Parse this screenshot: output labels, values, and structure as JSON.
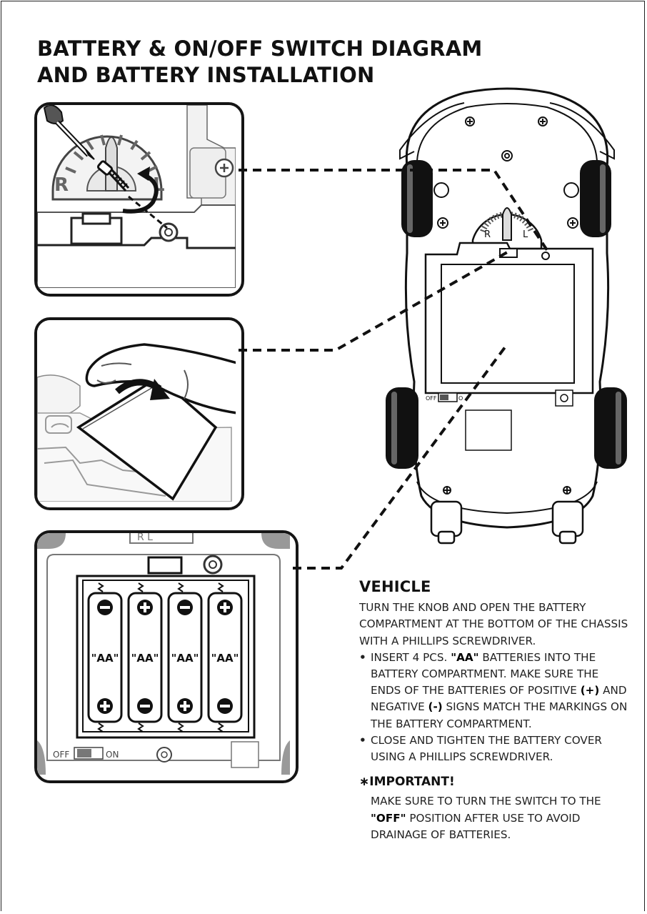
{
  "title": {
    "line1": "BATTERY & ON/OFF SWITCH DIAGRAM",
    "line2": "AND BATTERY INSTALLATION"
  },
  "knob": {
    "left_letter": "R",
    "right_letter": "L"
  },
  "battery_label": "\"AA\"",
  "switch": {
    "off": "OFF",
    "on": "ON",
    "on_partial": "O"
  },
  "vehicle": {
    "heading": "VEHICLE",
    "intro": "TURN THE KNOB AND OPEN THE BATTERY COMPARTMENT AT THE BOTTOM OF THE CHASSIS WITH A PHILLIPS SCREWDRIVER.",
    "bullet1": {
      "before": "INSERT 4 PCS. ",
      "aa": "\"AA\"",
      "middle": " BATTERIES INTO THE BATTERY COMPARTMENT. MAKE SURE THE ENDS OF THE BATTERIES OF POSITIVE ",
      "positive": "(+)",
      "between": " AND NEGATIVE ",
      "negative": "(-)",
      "after": " SIGNS MATCH THE MARKINGS ON THE BATTERY COMPARTMENT."
    },
    "bullet2": "CLOSE AND TIGHTEN THE BATTERY COVER USING A PHILLIPS SCREWDRIVER.",
    "bullet_symbol": "•"
  },
  "important": {
    "heading": "∗IMPORTANT!",
    "before": "MAKE SURE TO TURN THE SWITCH TO THE ",
    "off_word": "\"OFF\"",
    "after": " POSITION AFTER USE TO AVOID DRAINAGE  OF BATTERIES."
  },
  "icons": [
    "screwdriver-icon",
    "screw-icon",
    "rotate-arrow-icon",
    "phillips-screw-icon",
    "hand-icon",
    "battery-cover-icon",
    "curved-arrow-icon",
    "car-chassis-icon",
    "wheel-icon",
    "battery-icon",
    "positive-terminal-icon",
    "negative-terminal-icon",
    "spring-icon",
    "power-switch-icon"
  ]
}
